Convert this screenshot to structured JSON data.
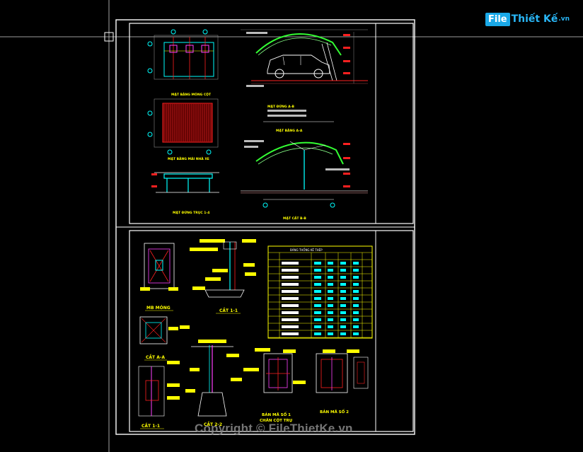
{
  "logo": {
    "badge": "File",
    "rest": "Thiết Kế",
    "suffix": ".vn"
  },
  "watermark": "Copyright © FileThietKe.vn",
  "top_sheet": {
    "labels": {
      "plan1": "MẶT BẰNG MÓNG CỘT",
      "plan2": "MẶT BẰNG MÁI NHÀ XE",
      "plan3": "MẶT ĐỨNG TRỤC 1-4",
      "section1": "MẶT ĐỨNG A-B",
      "section1b": "MẶT BẰNG A-A",
      "section2": "MẶT CẮT B-B"
    }
  },
  "bottom_sheet": {
    "labels": {
      "mb_mong": "MB MÓNG",
      "cat11": "CẮT 1-1",
      "cat_aa": "CẮT A-A",
      "cat11b": "CẮT 1-1",
      "cat22": "CẮT 2-2",
      "ban_ma1": "BẢN MÃ SỐ 1",
      "chan_cot": "CHÂN CỘT TRỤ",
      "ban_ma2": "BẢN MÃ SỐ 2",
      "table_title": "BẢNG THỐNG KÊ THÉP"
    }
  },
  "colors": {
    "background": "#000000",
    "frame": "#ffffff",
    "yellow": "#ffff00",
    "green": "#33ff33",
    "cyan": "#00ffff",
    "red": "#ff2020",
    "magenta": "#ff40ff"
  }
}
